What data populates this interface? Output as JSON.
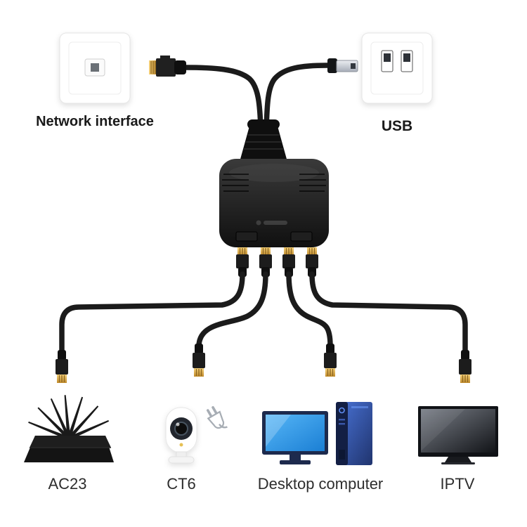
{
  "labels": {
    "network_interface": "Network interface",
    "usb": "USB",
    "router": "AC23",
    "camera": "CT6",
    "desktop": "Desktop computer",
    "iptv": "IPTV"
  },
  "splitter": {
    "output_ports": 4
  },
  "colors": {
    "background": "#ffffff",
    "cable_black": "#1b1b1b",
    "connector_gold": "#d7a43c",
    "monitor_screen_blue": "#2f9ce8",
    "tower_blue": "#3a63c4",
    "tv_dark": "#1a1c20",
    "label_text": "#222222"
  },
  "icons": {
    "network_wall_plate": "ethernet-wall-outlet",
    "usb_wall_plate": "dual-usb-wall-outlet",
    "splitter": "four-port-ethernet-splitter",
    "router": "wifi-router",
    "camera": "security-camera",
    "power_plug": "eu-power-plug",
    "desktop": "desktop-computer",
    "tv": "flat-screen-tv"
  }
}
